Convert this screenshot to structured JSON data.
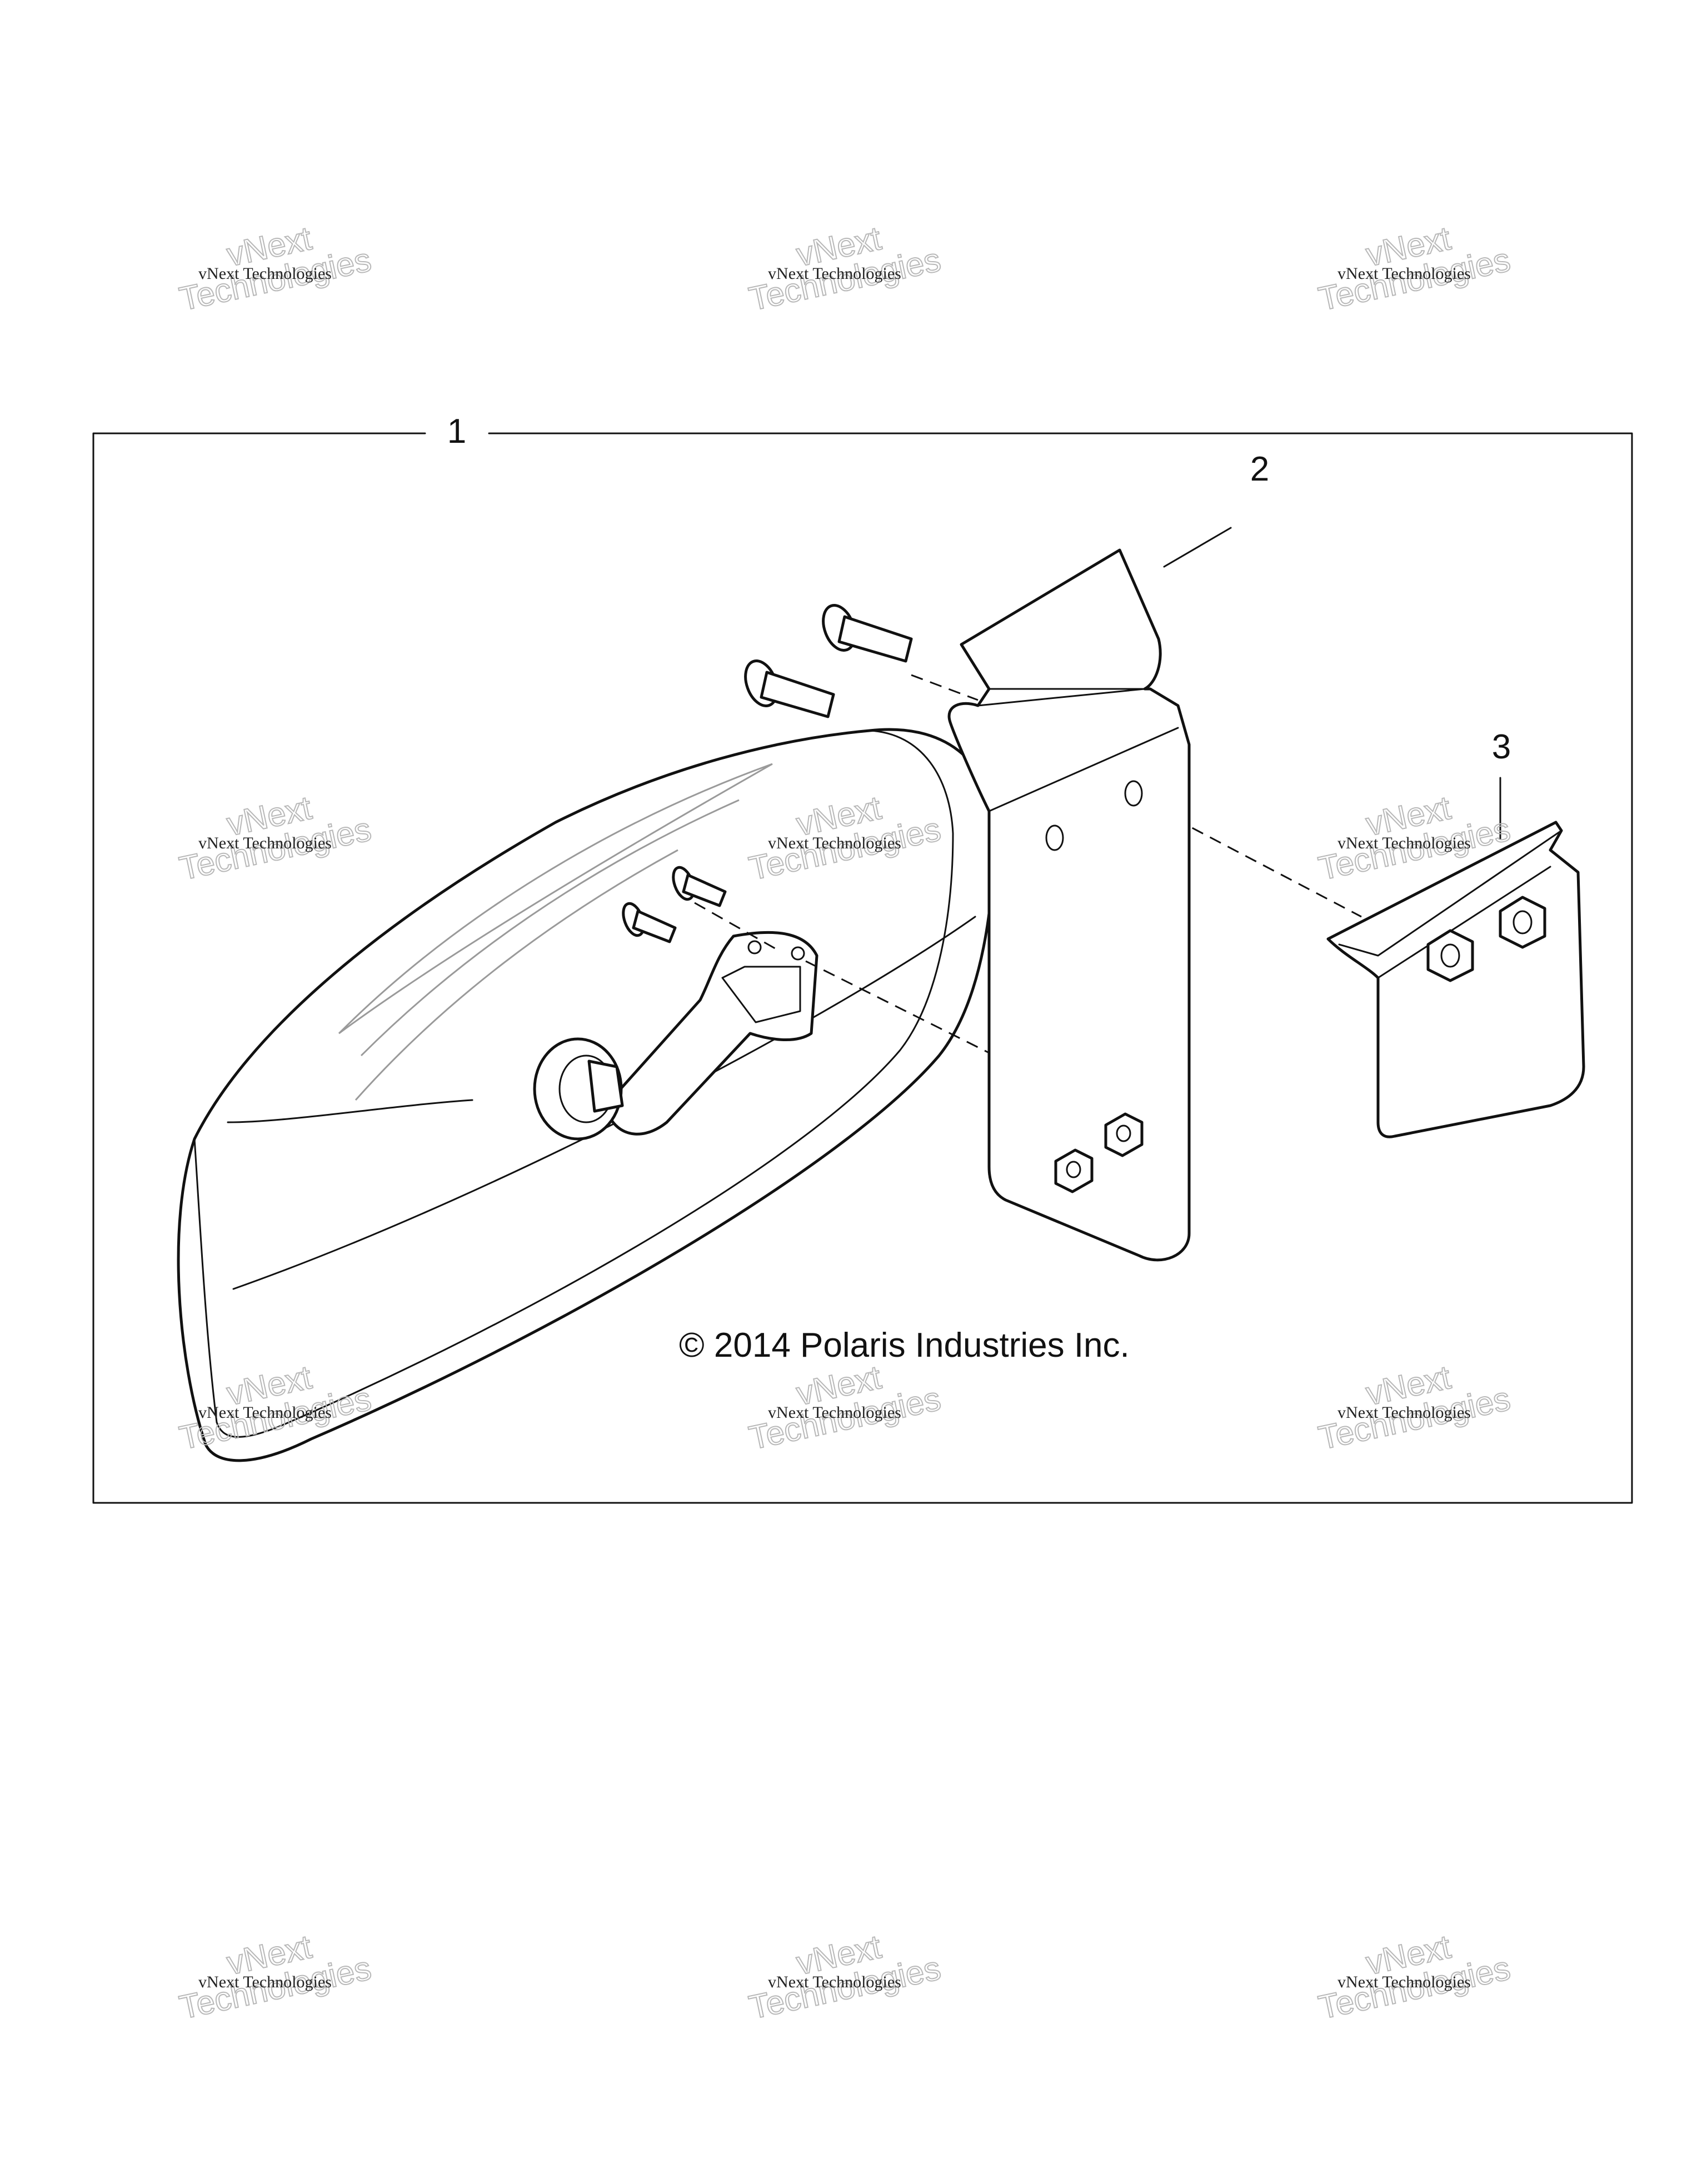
{
  "callouts": {
    "item_1": "1",
    "item_2": "2",
    "item_3": "3"
  },
  "copyright": "© 2014 Polaris Industries Inc.",
  "watermark": {
    "line_big": "Technologies",
    "line_small": "vNext Technologies",
    "line_top": "vNext"
  },
  "colors": {
    "line": "#111111",
    "watermark": "#b8b8b8"
  }
}
